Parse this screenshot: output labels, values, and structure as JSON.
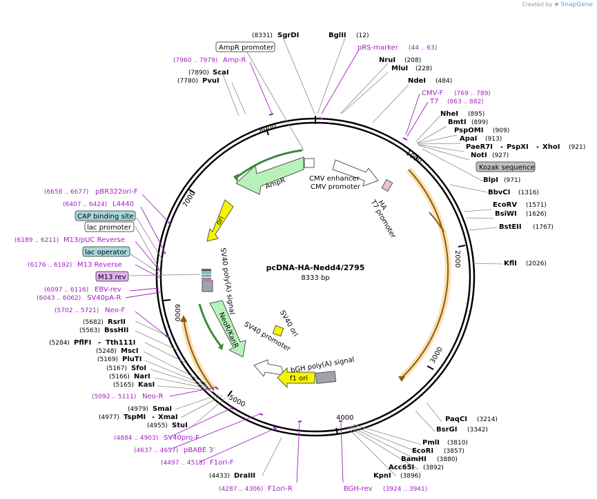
{
  "credit": {
    "prefix": "Created by",
    "brand": "SnapGene"
  },
  "plasmid": {
    "name": "pcDNA-HA-Nedd4/2795",
    "size": "8333 bp"
  },
  "ticks": [
    "1000",
    "2000",
    "3000",
    "4000",
    "5000",
    "6000",
    "7000",
    "8000"
  ],
  "colors": {
    "primer": "#a020c0",
    "backbone": "#000000",
    "orange": "#e9a13b",
    "green": "#b9f2b9",
    "yellow": "#f5f500",
    "gray": "#a0a4a8",
    "tealBox": "#a8d8e0",
    "grayBox": "#c0c0c0",
    "purpleBox": "#e0b0f0"
  },
  "enzymes": {
    "sgrdi": {
      "name": "SgrDI",
      "pos": "(8331)"
    },
    "bglii": {
      "name": "BglII",
      "pos": "(12)"
    },
    "nrui": {
      "name": "NruI",
      "pos": "(208)"
    },
    "mlui": {
      "name": "MluI",
      "pos": "(228)"
    },
    "ndei": {
      "name": "NdeI",
      "pos": "(484)"
    },
    "nhei": {
      "name": "NheI",
      "pos": "(895)"
    },
    "bmti": {
      "name": "BmtI",
      "pos": "(899)"
    },
    "pspomi": {
      "name": "PspOMI",
      "pos": "(909)"
    },
    "apai": {
      "name": "ApaI",
      "pos": "(913)"
    },
    "paer7i": {
      "name": "PaeR7I",
      "sep1": "-",
      "name2": "PspXI",
      "sep2": "-",
      "name3": "XhoI",
      "pos": "(921)"
    },
    "noti": {
      "name": "NotI",
      "pos": "(927)"
    },
    "blpi": {
      "name": "BlpI",
      "pos": "(971)"
    },
    "bbvci": {
      "name": "BbvCI",
      "pos": "(1316)"
    },
    "ecorv": {
      "name": "EcoRV",
      "pos": "(1571)"
    },
    "bsiwi": {
      "name": "BsiWI",
      "pos": "(1626)"
    },
    "bsteii": {
      "name": "BstEII",
      "pos": "(1767)"
    },
    "kfli": {
      "name": "KflI",
      "pos": "(2026)"
    },
    "paqci": {
      "name": "PaqCI",
      "pos": "(3214)"
    },
    "bsrgi": {
      "name": "BsrGI",
      "pos": "(3342)"
    },
    "pmli": {
      "name": "PmlI",
      "pos": "(3810)"
    },
    "ecori": {
      "name": "EcoRI",
      "pos": "(3857)"
    },
    "bamhi": {
      "name": "BamHI",
      "pos": "(3880)"
    },
    "acc65i": {
      "name": "Acc65I",
      "pos": "(3892)"
    },
    "kpni": {
      "name": "KpnI",
      "pos": "(3896)"
    },
    "draiii": {
      "name": "DraIII",
      "pos": "(4433)"
    },
    "stui": {
      "name": "StuI",
      "pos": "(4955)"
    },
    "tspmi": {
      "name": "TspMI",
      "sep": "-",
      "name2": "XmaI",
      "pos": "(4977)"
    },
    "smai": {
      "name": "SmaI",
      "pos": "(4979)"
    },
    "kasi": {
      "name": "KasI",
      "pos": "(5165)"
    },
    "nari": {
      "name": "NarI",
      "pos": "(5166)"
    },
    "sfoi": {
      "name": "SfoI",
      "pos": "(5167)"
    },
    "pluti": {
      "name": "PluTI",
      "pos": "(5169)"
    },
    "msci": {
      "name": "MscI",
      "pos": "(5248)"
    },
    "pflfi": {
      "name": "PflFI",
      "sep": "-",
      "name2": "Tth111I",
      "pos": "(5284)"
    },
    "bsshii": {
      "name": "BssHII",
      "pos": "(5563)"
    },
    "rsrii": {
      "name": "RsrII",
      "pos": "(5682)"
    },
    "scai": {
      "name": "ScaI",
      "pos": "(7890)"
    },
    "pvui": {
      "name": "PvuI",
      "pos": "(7780)"
    }
  },
  "primers": {
    "prs": {
      "name": "pRS-marker",
      "range": "(44 .. 63)"
    },
    "cmvf": {
      "name": "CMV-F",
      "range": "(769 .. 789)"
    },
    "t7": {
      "name": "T7",
      "range": "(863 .. 882)"
    },
    "ampr": {
      "name": "Amp-R",
      "range": "(7960 .. 7979)"
    },
    "pbr": {
      "name": "pBR322ori-F",
      "range": "(6658 .. 6677)"
    },
    "l4440": {
      "name": "L4440",
      "range": "(6407 .. 6424)"
    },
    "m13puc": {
      "name": "M13/pUC Reverse",
      "range": "(6189 .. 6211)"
    },
    "m13rev": {
      "name": "M13 Reverse",
      "range": "(6176 .. 6192)"
    },
    "ebvrev": {
      "name": "EBV-rev",
      "range": "(6097 .. 6116)"
    },
    "sv40par": {
      "name": "SV40pA-R",
      "range": "(6043 .. 6062)"
    },
    "neof": {
      "name": "Neo-F",
      "range": "(5702 .. 5721)"
    },
    "neor": {
      "name": "Neo-R",
      "range": "(5092 .. 5111)"
    },
    "sv40prof": {
      "name": "SV40pro-F",
      "range": "(4884 .. 4903)"
    },
    "pbabe": {
      "name": "pBABE 3'",
      "range": "(4637 .. 4657)"
    },
    "f1orif": {
      "name": "F1ori-F",
      "range": "(4497 .. 4518)"
    },
    "f1orir": {
      "name": "F1ori-R",
      "range": "(4287 .. 4306)"
    },
    "bghrev": {
      "name": "BGH-rev",
      "range": "(3924 .. 3941)"
    }
  },
  "boxes": {
    "amprpromoter": "AmpR promoter",
    "kozak": "Kozak sequence",
    "cap": "CAP binding site",
    "lacpromoter": "lac promoter",
    "lacoperator": "lac operator",
    "m13rev": "M13 rev"
  },
  "features": {
    "ampr": "AmpR",
    "ori": "ori",
    "cmvenh": "CMV enhancer",
    "cmvprom": "CMV promoter",
    "ha": "HA",
    "t7prom": "T7 promoter",
    "sv40polya": "SV40 poly(A) signal",
    "neokan": "NeoR/KanR",
    "sv40prom": "SV40 promoter",
    "sv40ori": "SV40 ori",
    "bghpolya": "bGH poly(A) signal",
    "f1ori": "f1 ori"
  }
}
